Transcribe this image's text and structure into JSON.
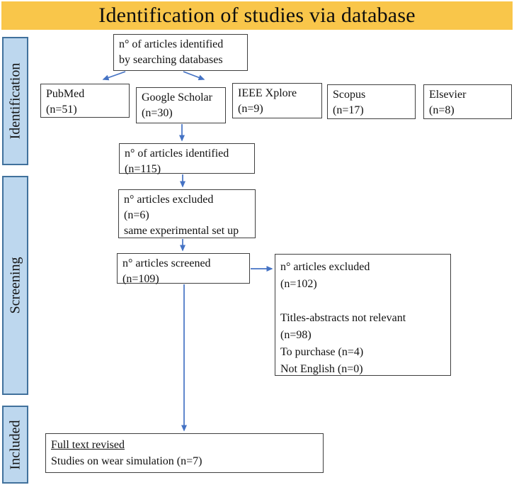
{
  "title": "Identification of studies via database",
  "colors": {
    "title_background": "#F9C64A",
    "sidebar_fill": "#BDD7EE",
    "sidebar_border": "#41719C",
    "box_border": "#3f3f3f",
    "arrow": "#4472C4"
  },
  "sidebar": {
    "stages": [
      {
        "label": "Identification"
      },
      {
        "label": "Screening"
      },
      {
        "label": "Included"
      }
    ]
  },
  "flow": {
    "search": {
      "line1": "n° of articles identified",
      "line2": "by searching databases"
    },
    "databases": [
      {
        "name": "PubMed",
        "count": "(n=51)"
      },
      {
        "name": "Google Scholar",
        "count": "(n=30)"
      },
      {
        "name": "IEEE Xplore",
        "count": "(n=9)"
      },
      {
        "name": "Scopus",
        "count": "(n=17)"
      },
      {
        "name": "Elsevier",
        "count": "(n=8)"
      }
    ],
    "identified_total": {
      "line1": "n° of articles identified",
      "line2": "(n=115)"
    },
    "excluded_duplicates": {
      "line1": "n° articles excluded",
      "line2": "(n=6)",
      "line3": "same experimental set up"
    },
    "screened": {
      "line1": "n° articles screened",
      "line2": "(n=109)"
    },
    "excluded_screening": {
      "line1": "n° articles excluded",
      "line2": "(n=102)",
      "line3": "Titles-abstracts not relevant",
      "line4": "(n=98)",
      "line5": "To purchase (n=4)",
      "line6": "Not English (n=0)"
    },
    "included": {
      "line1": "Full text revised",
      "line2": "Studies on wear simulation (n=7)"
    }
  }
}
